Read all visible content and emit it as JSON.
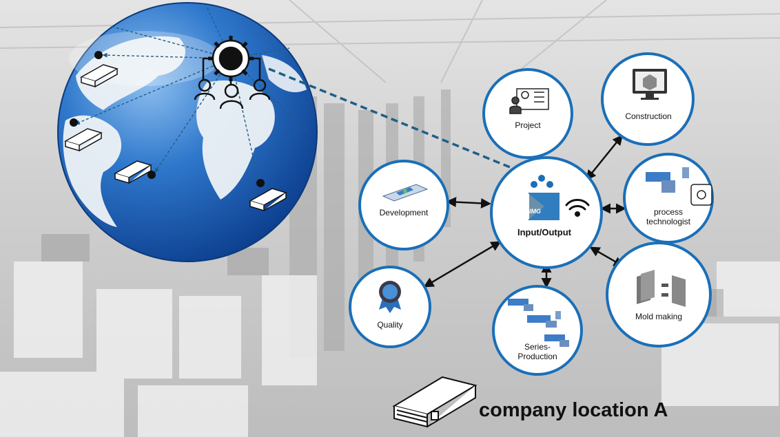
{
  "nodes": {
    "center": {
      "label": "Input/Output",
      "logo_text": "IMG"
    },
    "project": {
      "label": "Project"
    },
    "construction": {
      "label": "Construction"
    },
    "development": {
      "label": "Development"
    },
    "process": {
      "label": "process\ntechnologist"
    },
    "quality": {
      "label": "Quality"
    },
    "series": {
      "label": "Series-\nProduction"
    },
    "mold": {
      "label": "Mold making"
    }
  },
  "company_label": "company location A",
  "colors": {
    "circle_border": "#1a6fb8",
    "arrow": "#111111",
    "dashed": "#1e5f86",
    "globe": "#1f63b5",
    "land": "#e8edf3"
  },
  "icons": [
    "globe-icon",
    "gear-network-icon",
    "server-device-icon",
    "wifi-icon",
    "monitor-icon",
    "machine-icon",
    "mold-icon",
    "rosette-icon"
  ]
}
